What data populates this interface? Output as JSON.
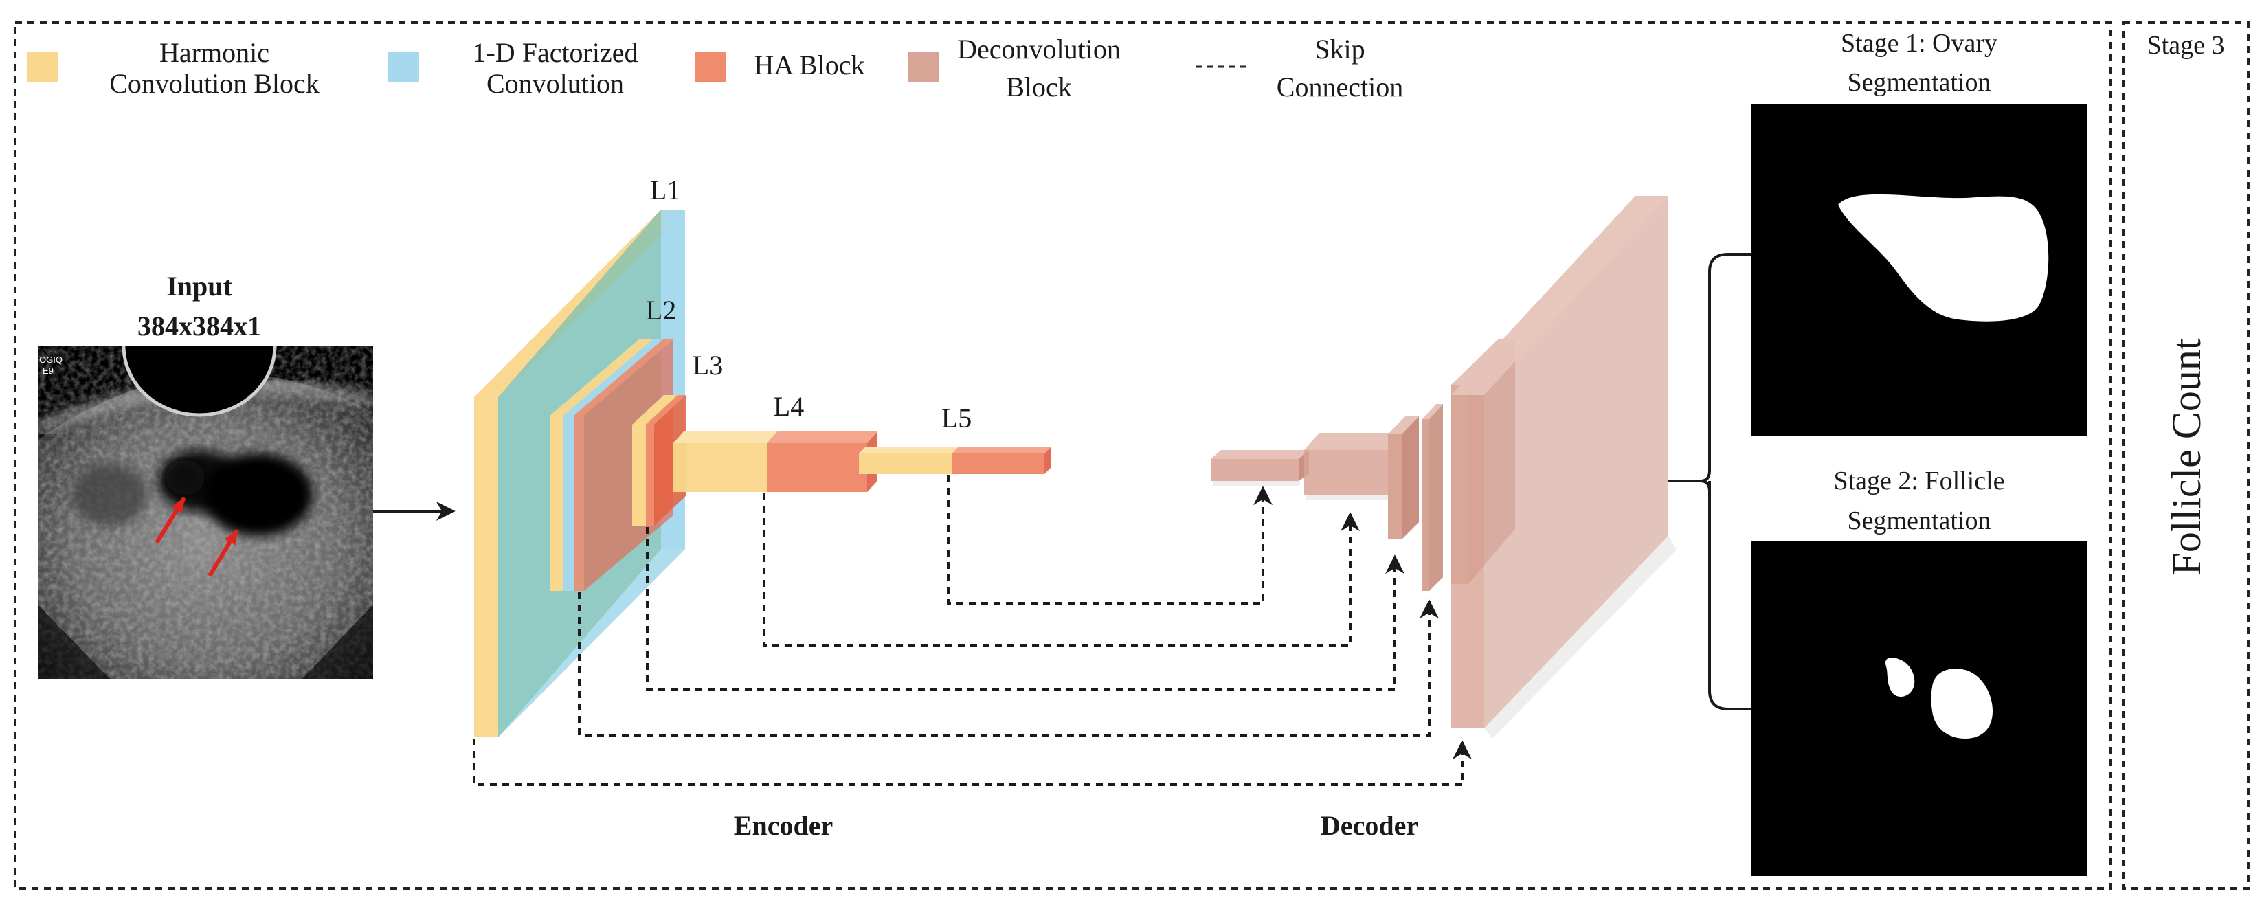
{
  "legend": {
    "harmonic": [
      "Harmonic",
      "Convolution Block"
    ],
    "factorized": [
      "1-D Factorized",
      "Convolution"
    ],
    "ha": "HA Block",
    "deconv": [
      "Deconvolution",
      "Block"
    ],
    "skip": [
      "Skip",
      "Connection"
    ]
  },
  "input": {
    "title": "Input",
    "size": "384x384x1",
    "scanner_text": [
      "OGIQ",
      "E9"
    ]
  },
  "levels": [
    "L1",
    "L2",
    "L3",
    "L4",
    "L5"
  ],
  "encoder_label": "Encoder",
  "decoder_label": "Decoder",
  "stage1": [
    "Stage 1: Ovary",
    "Segmentation"
  ],
  "stage2": [
    "Stage 2: Follicle",
    "Segmentation"
  ],
  "stage3": "Stage 3",
  "follicle_count": "Follicle Count",
  "colors": {
    "harmonic": "#f9d78c",
    "factorized": "#a6d9ee",
    "ha": "#f08c6e",
    "deconv": "#d8a496",
    "deconv_light": "#e6c3b8",
    "dashed_border": "#222222",
    "arrow_red": "#e0231c"
  }
}
